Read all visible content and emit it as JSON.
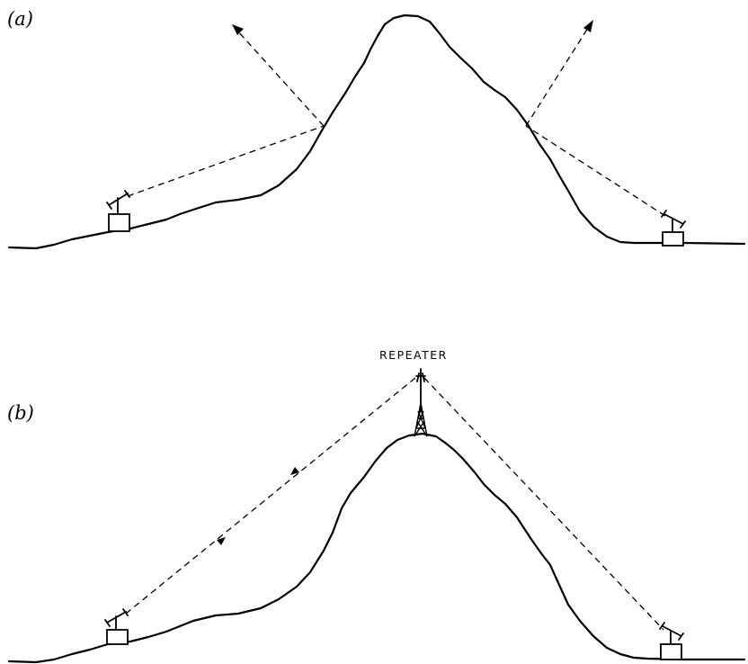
{
  "panels": {
    "a": {
      "label": "(a)"
    },
    "b": {
      "label": "(b)",
      "repeater_label": "REPEATER"
    }
  }
}
